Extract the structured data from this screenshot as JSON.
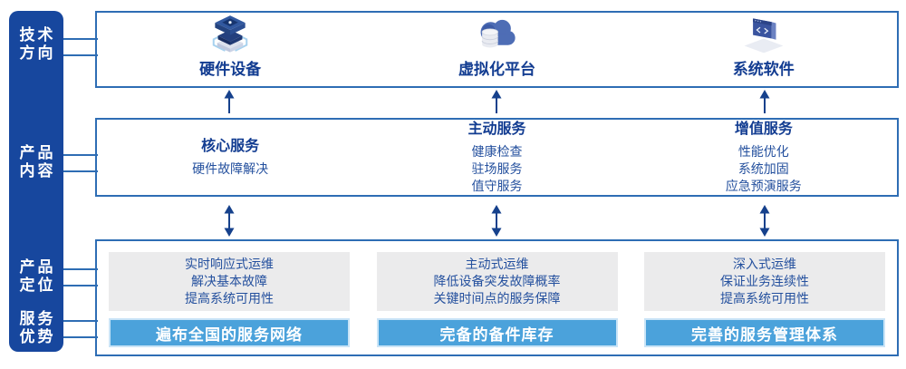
{
  "colors": {
    "sidebar_bg": "#17479E",
    "panel_border": "#2E6DB4",
    "title_navy": "#123C91",
    "body_navy": "#24509E",
    "gray_panel": "#EBEBEC",
    "advantage_bar": "#4BA2DB",
    "arrow": "#16418C",
    "white": "#FFFFFF"
  },
  "sidebar": {
    "items": [
      {
        "line1": "技术",
        "line2": "方向"
      },
      {
        "line1": "产品",
        "line2": "内容"
      },
      {
        "line1": "产品",
        "line2": "定位"
      },
      {
        "line1": "服务",
        "line2": "优势"
      }
    ]
  },
  "tech_row": {
    "items": [
      {
        "icon": "server-stack-icon",
        "label": "硬件设备"
      },
      {
        "icon": "cloud-database-icon",
        "label": "虚拟化平台"
      },
      {
        "icon": "software-window-icon",
        "label": "系统软件"
      }
    ]
  },
  "content_row": {
    "items": [
      {
        "title": "核心服务",
        "lines": [
          "硬件故障解决"
        ]
      },
      {
        "title": "主动服务",
        "lines": [
          "健康检查",
          "驻场服务",
          "值守服务"
        ]
      },
      {
        "title": "增值服务",
        "lines": [
          "性能优化",
          "系统加固",
          "应急预演服务"
        ]
      }
    ]
  },
  "position_row": {
    "items": [
      {
        "lines": [
          "实时响应式运维",
          "解决基本故障",
          "提高系统可用性"
        ],
        "bar": "遍布全国的服务网络"
      },
      {
        "lines": [
          "主动式运维",
          "降低设备突发故障概率",
          "关键时间点的服务保障"
        ],
        "bar": "完备的备件库存"
      },
      {
        "lines": [
          "深入式运维",
          "保证业务连续性",
          "提高系统可用性"
        ],
        "bar": "完善的服务管理体系"
      }
    ]
  }
}
